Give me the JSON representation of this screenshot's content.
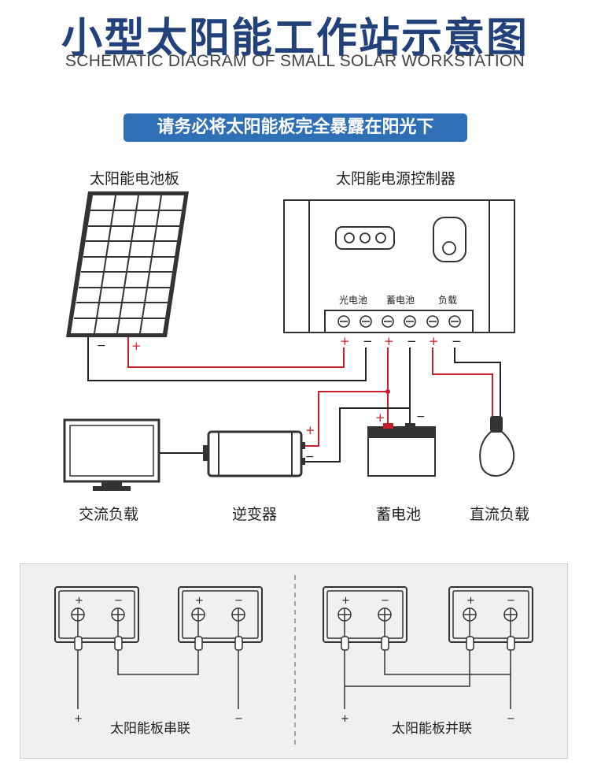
{
  "header": {
    "title": "小型太阳能工作站示意图",
    "subtitle": "SCHEMATIC DIAGRAM OF SMALL SOLAR WORKSTATION",
    "banner": "请务必将太阳能板完全暴露在阳光下"
  },
  "components": {
    "solar_panel": "太阳能电池板",
    "controller": "太阳能电源控制器",
    "pv_terminal": "光电池",
    "battery_terminal": "蓄电池",
    "load_terminal": "负载",
    "ac_load": "交流负载",
    "inverter": "逆变器",
    "battery": "蓄电池",
    "dc_load": "直流负载"
  },
  "polarity": {
    "plus": "+",
    "minus": "−"
  },
  "wiring": {
    "series_label": "太阳能板串联",
    "parallel_label": "太阳能板并联"
  },
  "colors": {
    "title": "#22407a",
    "banner": "#2f6fb6",
    "positive_wire": "#c8202a",
    "negative_wire": "#222222"
  }
}
